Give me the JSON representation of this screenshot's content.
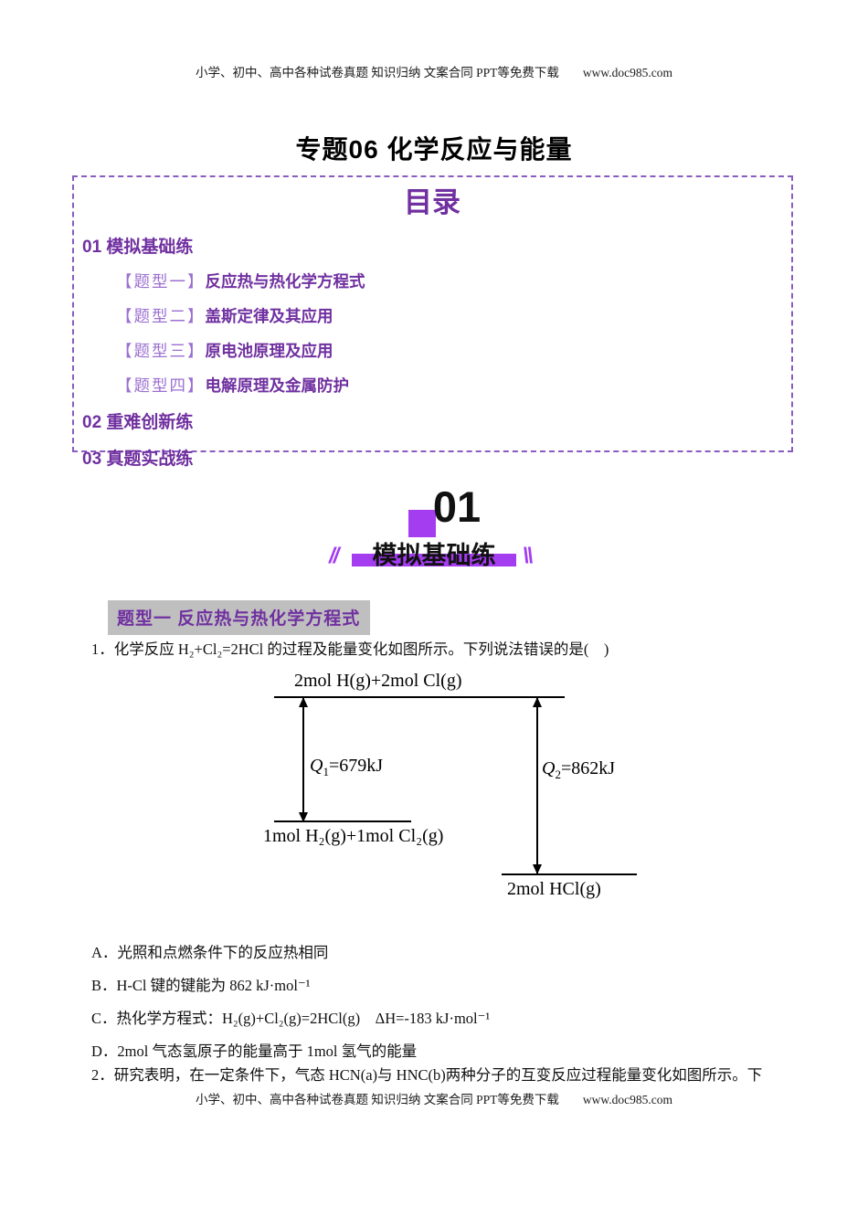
{
  "colors": {
    "purple": "#7030A0",
    "light_purple": "#9B6FD0",
    "accent_purple": "#A43CF0",
    "heading_bg": "#BFBFBF",
    "border_purple": "#8A5BC0"
  },
  "header": {
    "site_text": "小学、初中、高中各种试卷真题 知识归纳 文案合同 PPT等免费下载",
    "site_url": "www.doc985.com"
  },
  "doc_title": "专题06 化学反应与能量",
  "toc": {
    "title": "目录",
    "sections": [
      {
        "label": "01 模拟基础练"
      },
      {
        "label": "02 重难创新练"
      },
      {
        "label": "03 真题实战练"
      }
    ],
    "subs": [
      {
        "tag": "【题型一】",
        "label": "反应热与热化学方程式"
      },
      {
        "tag": "【题型二】",
        "label": "盖斯定律及其应用"
      },
      {
        "tag": "【题型三】",
        "label": "原电池原理及应用"
      },
      {
        "tag": "【题型四】",
        "label": "电解原理及金属防护"
      }
    ]
  },
  "banner": {
    "number": "01",
    "label": "模拟基础练",
    "slash_left": "//",
    "slash_right": "\\\\"
  },
  "section1": {
    "heading": "题型一  反应热与热化学方程式",
    "q1": "1．化学反应 H₂+Cl₂=2HCl 的过程及能量变化如图所示。下列说法错误的是(　)",
    "options": [
      "A．光照和点燃条件下的反应热相同",
      "B．H-Cl 键的键能为 862 kJ·mol⁻¹",
      "C．热化学方程式：H₂(g)+Cl₂(g)=2HCl(g)　ΔH=-183 kJ·mol⁻¹",
      "D．2mol 气态氢原子的能量高于 1mol 氢气的能量"
    ],
    "q2": "2．研究表明，在一定条件下，气态 HCN(a)与 HNC(b)两种分子的互变反应过程能量变化如图所示。下"
  },
  "diagram": {
    "top_label": "2mol H(g)+2mol Cl(g)",
    "mid_label": "1mol H₂(g)+1mol Cl₂(g)",
    "bottom_label": "2mol HCl(g)",
    "q1_sym": "Q",
    "q1_sub": "1",
    "q1_val": "=679kJ",
    "q2_sym": "Q",
    "q2_sub": "2",
    "q2_val": "=862kJ"
  },
  "footer": {
    "site_text": "小学、初中、高中各种试卷真题 知识归纳 文案合同 PPT等免费下载",
    "site_url": "www.doc985.com"
  }
}
